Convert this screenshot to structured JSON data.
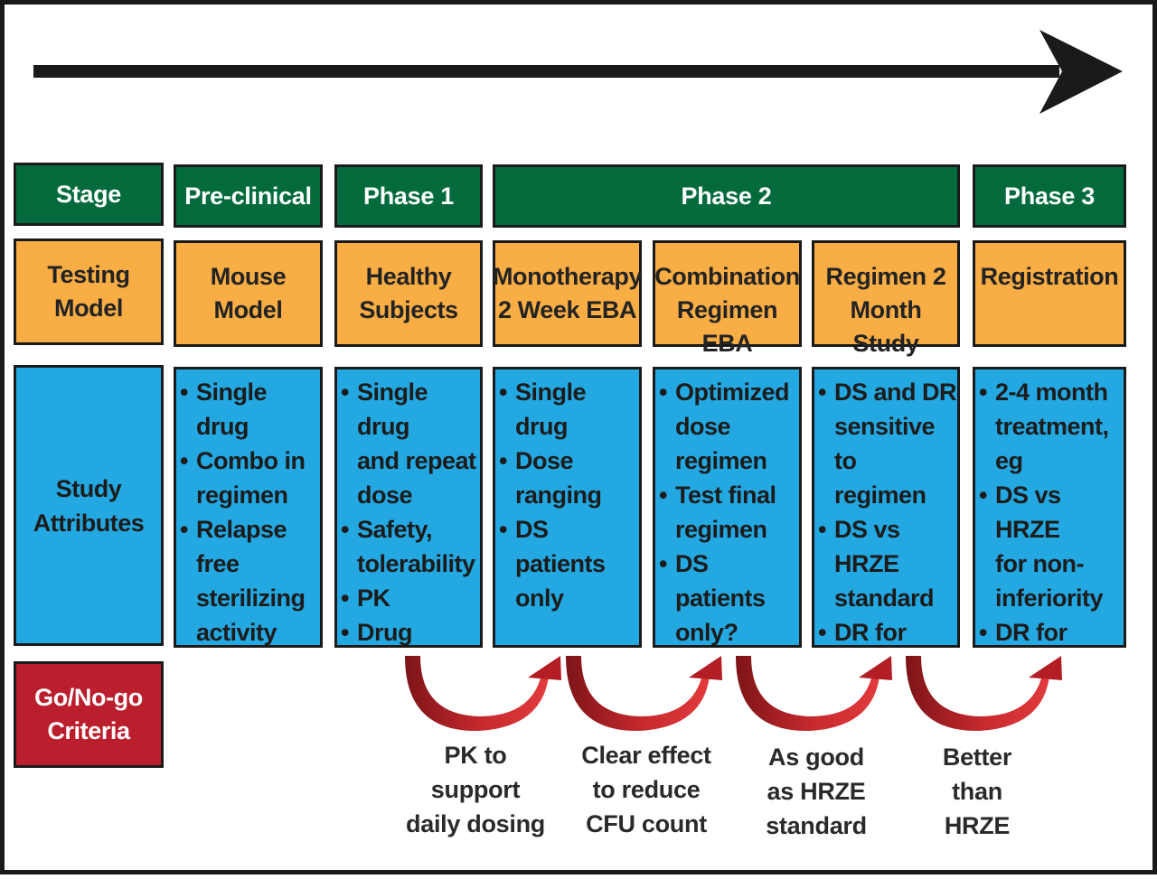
{
  "rows": {
    "stage": {
      "label": "Stage",
      "cells": [
        "Pre-clinical",
        "Phase 1",
        "Phase 2",
        "Phase 3"
      ]
    },
    "model": {
      "label": "Testing\nModel",
      "cells": [
        "Mouse\nModel",
        "Healthy\nSubjects",
        "Monotherapy\n2 Week EBA",
        "Combination\nRegimen EBA",
        "Regimen 2\nMonth Study",
        "Registration"
      ]
    },
    "attributes": {
      "label": "Study\nAttributes",
      "cells": [
        [
          "Single drug",
          "Combo in\nregimen",
          "Relapse\nfree\nsterilizing\nactivity"
        ],
        [
          "Single drug\nand repeat\ndose",
          "Safety,\ntolerability",
          "PK",
          "Drug\ninteractions"
        ],
        [
          "Single drug",
          "Dose\nranging",
          "DS patients\nonly"
        ],
        [
          "Optimized\ndose\nregimen",
          "Test final\nregimen",
          "DS patients\nonly?"
        ],
        [
          "DS and DR\nsensitive to\nregimen",
          "DS vs HRZE\nstandard",
          "DR for\nconsistency"
        ],
        [
          "2-4 month\ntreatment, eg",
          "DS vs HRZE\nfor non-\ninferiority",
          "DR for\nconsistency"
        ]
      ]
    },
    "criteria": {
      "label": "Go/No-go\nCriteria",
      "items": [
        "PK to\nsupport\ndaily dosing",
        "Clear effect\nto reduce\nCFU count",
        "As good\nas HRZE\nstandard",
        "Better\nthan\nHRZE"
      ]
    }
  },
  "colors": {
    "stage": "#036b3b",
    "model": "#f9ad45",
    "attributes": "#24a8e1",
    "criteria": "#bb1e2c",
    "curved_arrow": "#b21e24",
    "timeline_arrow": "#1a1a1a"
  }
}
